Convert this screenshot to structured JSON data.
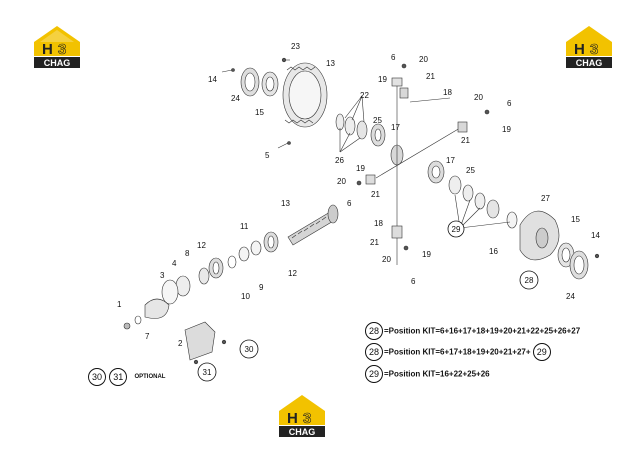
{
  "logo": {
    "top": "H",
    "num": "3",
    "bottom": "CHAG",
    "brand_color": "#f2c200",
    "dark_color": "#222222"
  },
  "callouts": [
    {
      "id": "c23",
      "text": "23"
    },
    {
      "id": "c13a",
      "text": "13"
    },
    {
      "id": "c14a",
      "text": "14"
    },
    {
      "id": "c24a",
      "text": "24"
    },
    {
      "id": "c15a",
      "text": "15"
    },
    {
      "id": "c22",
      "text": "22"
    },
    {
      "id": "c25a",
      "text": "25"
    },
    {
      "id": "c17a",
      "text": "17"
    },
    {
      "id": "c26",
      "text": "26"
    },
    {
      "id": "c5",
      "text": "5"
    },
    {
      "id": "c6a",
      "text": "6"
    },
    {
      "id": "c20a",
      "text": "20"
    },
    {
      "id": "c19a",
      "text": "19"
    },
    {
      "id": "c21a",
      "text": "21"
    },
    {
      "id": "c18a",
      "text": "18"
    },
    {
      "id": "c20b",
      "text": "20"
    },
    {
      "id": "c6b",
      "text": "6"
    },
    {
      "id": "c19b",
      "text": "19"
    },
    {
      "id": "c21b",
      "text": "21"
    },
    {
      "id": "c17b",
      "text": "17"
    },
    {
      "id": "c25b",
      "text": "25"
    },
    {
      "id": "c19c",
      "text": "19"
    },
    {
      "id": "c20c",
      "text": "20"
    },
    {
      "id": "c21c",
      "text": "21"
    },
    {
      "id": "c6c",
      "text": "6"
    },
    {
      "id": "c13b",
      "text": "13"
    },
    {
      "id": "c27",
      "text": "27"
    },
    {
      "id": "c11",
      "text": "11"
    },
    {
      "id": "c12a",
      "text": "12"
    },
    {
      "id": "c8",
      "text": "8"
    },
    {
      "id": "c4",
      "text": "4"
    },
    {
      "id": "c3",
      "text": "3"
    },
    {
      "id": "c10",
      "text": "10"
    },
    {
      "id": "c9",
      "text": "9"
    },
    {
      "id": "c12b",
      "text": "12"
    },
    {
      "id": "c18b",
      "text": "18"
    },
    {
      "id": "c21d",
      "text": "21"
    },
    {
      "id": "c20d",
      "text": "20"
    },
    {
      "id": "c19d",
      "text": "19"
    },
    {
      "id": "c6d",
      "text": "6"
    },
    {
      "id": "c16",
      "text": "16"
    },
    {
      "id": "c15b",
      "text": "15"
    },
    {
      "id": "c14b",
      "text": "14"
    },
    {
      "id": "c24b",
      "text": "24"
    },
    {
      "id": "c1",
      "text": "1"
    },
    {
      "id": "c7",
      "text": "7"
    },
    {
      "id": "c2",
      "text": "2"
    }
  ],
  "circled": [
    {
      "id": "k29a",
      "text": "29"
    },
    {
      "id": "k28a",
      "text": "28"
    },
    {
      "id": "k30a",
      "text": "30"
    },
    {
      "id": "k31a",
      "text": "31"
    }
  ],
  "kits": [
    {
      "badge": "28",
      "text": "=Position KIT=6+16+17+18+19+20+21+22+25+26+27"
    },
    {
      "badge": "28",
      "text": "=Position KIT=6+17+18+19+20+21+27+",
      "badge2": "29"
    },
    {
      "badge": "29",
      "text": "=Position KIT=16+22+25+26"
    }
  ],
  "optional": {
    "b1": "30",
    "b2": "31",
    "label": "OPTIONAL"
  }
}
